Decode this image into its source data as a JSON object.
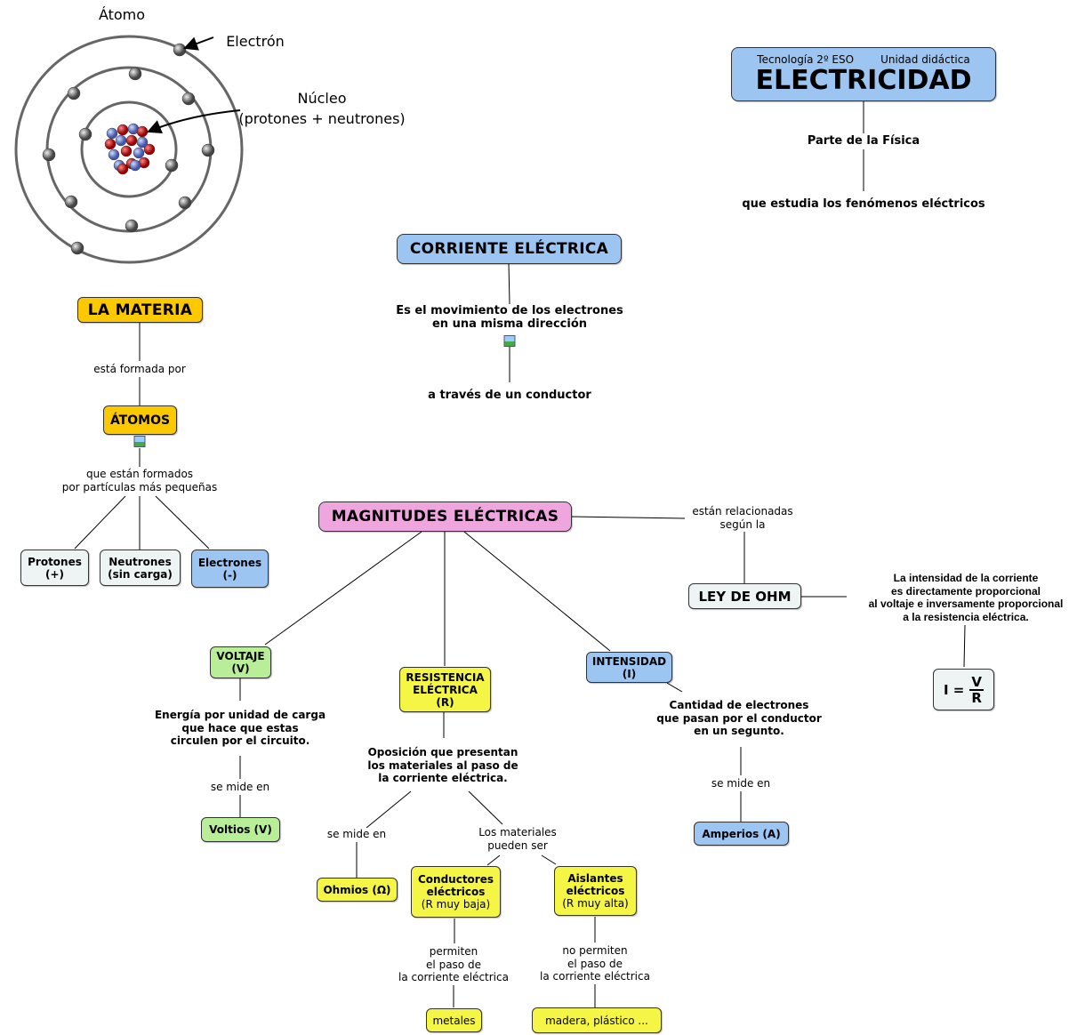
{
  "atom": {
    "title": "Átomo",
    "electron_label": "Electrón",
    "nucleus_label": "Núcleo\n(protones + neutrones)"
  },
  "header": {
    "subject": "Tecnología 2º ESO",
    "unit": "Unidad didáctica",
    "title": "ELECTRICIDAD",
    "phrase1": "Parte de la Física",
    "phrase2": "que estudia los fenómenos eléctricos"
  },
  "corriente": {
    "title": "CORRIENTE ELÉCTRICA",
    "definition": "Es el movimiento de los electrones\nen una misma dirección",
    "conductor": "a través de un conductor"
  },
  "materia": {
    "title": "LA MATERIA",
    "link1": "está formada por",
    "atomos": "ÁTOMOS",
    "link2": "que están formados\npor partículas más pequeñas",
    "protones": "Protones\n(+)",
    "neutrones": "Neutrones\n(sin carga)",
    "electrones": "Electrones\n(-)"
  },
  "magnitudes": {
    "title": "MAGNITUDES ELÉCTRICAS",
    "link_ohm": "están relacionadas\nsegún la",
    "ley_ohm": "LEY DE OHM",
    "ley_text": "La intensidad de la corriente\nes directamente proporcional\nal voltaje e inversamente proporcional\na la resistencia eléctrica.",
    "formula": {
      "lhs": "I =",
      "num": "V",
      "den": "R"
    }
  },
  "voltaje": {
    "title": "VOLTAJE\n(V)",
    "definition": "Energía por unidad de carga\nque hace que estas\ncirculen por el circuito.",
    "link": "se mide en",
    "unit": "Voltios (V)"
  },
  "resistencia": {
    "title": "RESISTENCIA\nELÉCTRICA\n(R)",
    "definition": "Oposición que presentan\nlos materiales al paso de\nla corriente eléctrica.",
    "link_unit": "se mide en",
    "unit": "Ohmios (Ω)",
    "link_materials": "Los materiales\npueden ser",
    "conductores": "Conductores\neléctricos",
    "conductores_sub": "(R muy baja)",
    "aislantes": "Aislantes\neléctricos",
    "aislantes_sub": "(R muy alta)",
    "link_conductores": "permiten\nel paso de\nla corriente eléctrica",
    "link_aislantes": "no permiten\nel paso de\nla corriente eléctrica",
    "ej_conductores": "metales",
    "ej_aislantes": "madera, plástico ..."
  },
  "intensidad": {
    "title": "INTENSIDAD\n(I)",
    "definition": "Cantidad de electrones\nque pasan por el conductor\nen un segunto.",
    "link": "se mide en",
    "unit": "Amperios (A)"
  },
  "colors": {
    "blue": "#9cc5f2",
    "gold": "#fcc800",
    "gray": "#eef3f3",
    "pink": "#efa6df",
    "green": "#b9ee99",
    "yellow": "#f5f545"
  }
}
